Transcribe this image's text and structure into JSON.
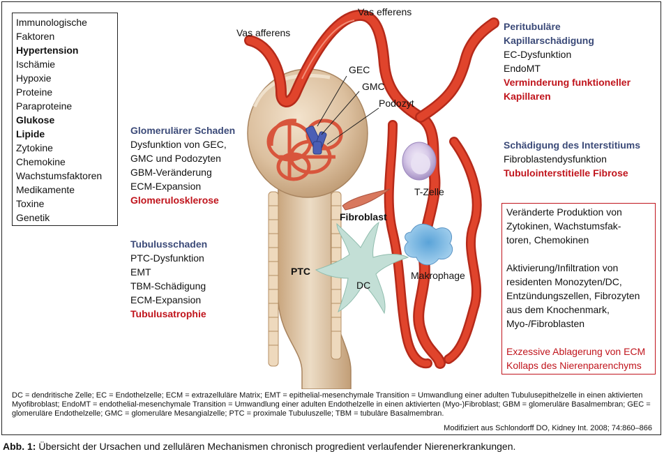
{
  "factors": [
    "Immunologische",
    "Faktoren",
    "Hypertension",
    "Ischämie",
    "Hypoxie",
    "Proteine",
    "Paraproteine",
    "Glukose",
    "Lipide",
    "Zytokine",
    "Chemokine",
    "Wachstumsfaktoren",
    "Medikamente",
    "Toxine",
    "Genetik"
  ],
  "factors_bold": [
    false,
    false,
    true,
    false,
    false,
    false,
    false,
    true,
    true,
    false,
    false,
    false,
    false,
    false,
    false
  ],
  "labels": {
    "vas_efferens": "Vas efferens",
    "vas_afferens": "Vas afferens",
    "gec": "GEC",
    "gmc": "GMC",
    "podozyt": "Podozyt",
    "t_zelle": "T-Zelle",
    "fibroblast": "Fibroblast",
    "ptc": "PTC",
    "dc": "DC",
    "makrophage": "Makrophage"
  },
  "glomerular": {
    "heading": "Glomerulärer Schaden",
    "items": [
      "Dysfunktion von GEC,",
      "GMC und Podozyten",
      "GBM-Veränderung",
      "ECM-Expansion"
    ],
    "result": "Glomerulosklerose"
  },
  "tubular": {
    "heading": "Tubulusschaden",
    "items": [
      "PTC-Dysfunktion",
      "EMT",
      "TBM-Schädigung",
      "ECM-Expansion"
    ],
    "result": "Tubulusatrophie"
  },
  "peritubular": {
    "heading_1": "Peritubuläre",
    "heading_2": "Kapillarschädigung",
    "items": [
      "EC-Dysfunktion",
      "EndoMT"
    ],
    "result_1": "Verminderung funktioneller",
    "result_2": "Kapillaren"
  },
  "interstitium": {
    "heading": "Schädigung des Interstitiums",
    "item": "Fibroblastendysfunktion",
    "result": "Tubulointerstitielle Fibrose"
  },
  "effects": {
    "lines_1": [
      "Veränderte Produktion von",
      "Zytokinen, Wachstumsfak-",
      "toren, Chemokinen"
    ],
    "lines_2": [
      "Aktivierung/Infiltration von",
      "residenten Monozyten/DC,",
      "Entzündungszellen, Fibrozyten",
      "aus dem Knochenmark,",
      "Myo-/Fibroblasten"
    ],
    "result_1": "Exzessive Ablagerung von ECM",
    "result_2": "Kollaps des Nierenparenchyms"
  },
  "footnote": "DC = dendritische Zelle; EC = Endothelzelle; ECM = extrazelluläre Matrix; EMT = epithelial-mesenchymale Transition = Umwandlung einer adulten Tubulusepithelzelle in einen aktivierten Myofibroblast; EndoMT = endothelial-mesenchymale Transition = Umwandlung einer adulten Endothelzelle in einen aktivierten (Myo-)Fibroblast; GBM = glomeruläre Basalmembran; GEC = glomeruläre Endothelzelle; GMC = glomeruläre Mesangialzelle; PTC = proximale Tubuluszelle; TBM = tubuläre Basalmembran.",
  "source": "Modifiziert aus Schlondorff DO, Kidney Int. 2008; 74:860–866",
  "caption": {
    "label": "Abb. 1:",
    "text": "Übersicht der Ursachen und zellulären Mechanismen chronisch progredient verlaufender Nierenerkrankungen."
  },
  "colors": {
    "vessel": "#e0442c",
    "vessel_dark": "#b52a1a",
    "tubule": "#dfc4a6",
    "heading": "#3b4a78",
    "result": "#c0141c",
    "dc_cell": "#c3dfd6",
    "macrophage": "#8cc3e6",
    "t_cell": "#d8cbe6"
  }
}
